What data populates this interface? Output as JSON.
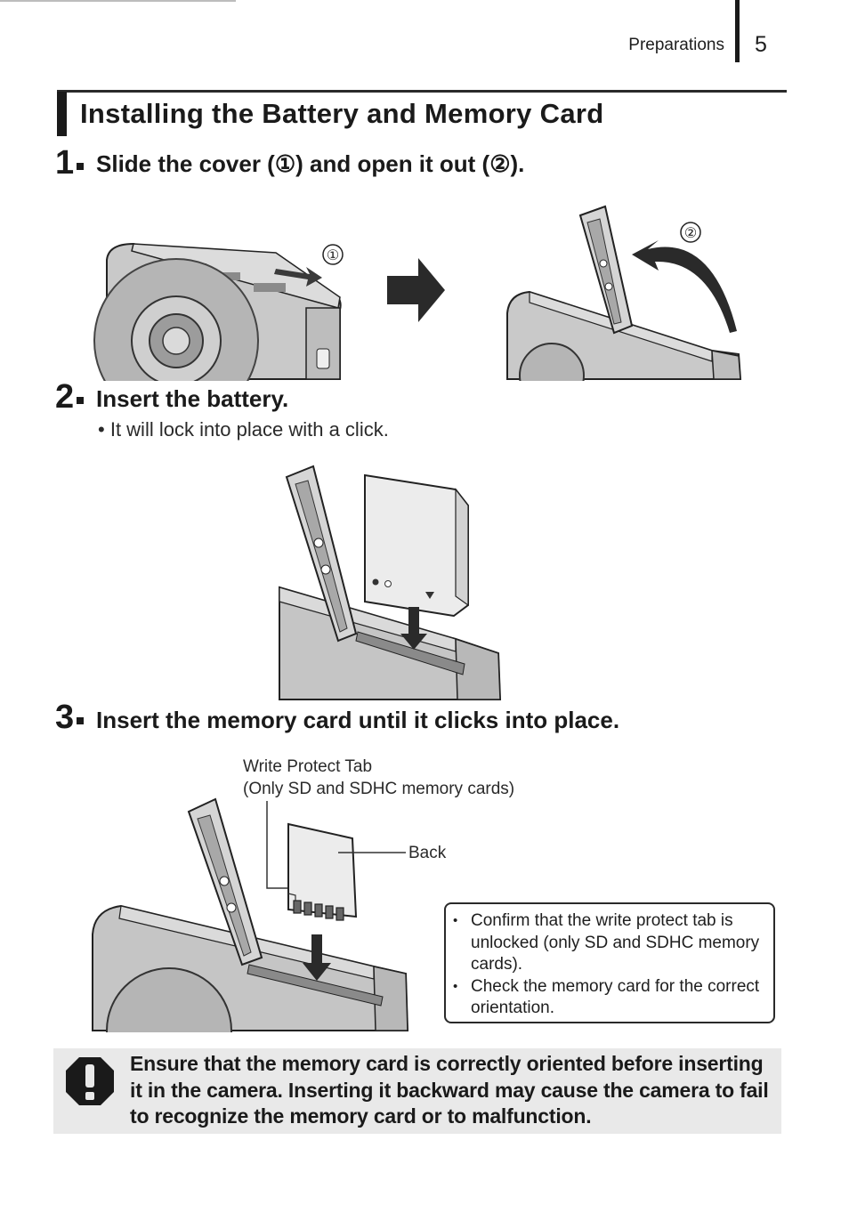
{
  "header": {
    "section": "Preparations",
    "page_number": "5"
  },
  "title": "Installing the Battery and Memory Card",
  "steps": [
    {
      "number": "1",
      "text": "Slide the cover (①) and open it out (②)."
    },
    {
      "number": "2",
      "text": "Insert the battery.",
      "bullets": [
        "It will lock into place with a click."
      ]
    },
    {
      "number": "3",
      "text": "Insert the memory card until it clicks into place."
    }
  ],
  "figure1": {
    "label_1": "①",
    "label_2": "②"
  },
  "figure3": {
    "callout_line1": "Write Protect Tab",
    "callout_line2": "(Only SD and SDHC memory cards)",
    "back_label": "Back"
  },
  "notebox": {
    "items": [
      "Confirm that the write protect tab is unlocked (only SD and SDHC memory cards).",
      "Check the memory card for the correct orientation."
    ]
  },
  "warning": {
    "text": "Ensure that the memory card is correctly oriented before inserting it in the camera. Inserting it backward may cause the camera to fail to recognize the memory card or to malfunction.",
    "icon": "caution-icon"
  }
}
